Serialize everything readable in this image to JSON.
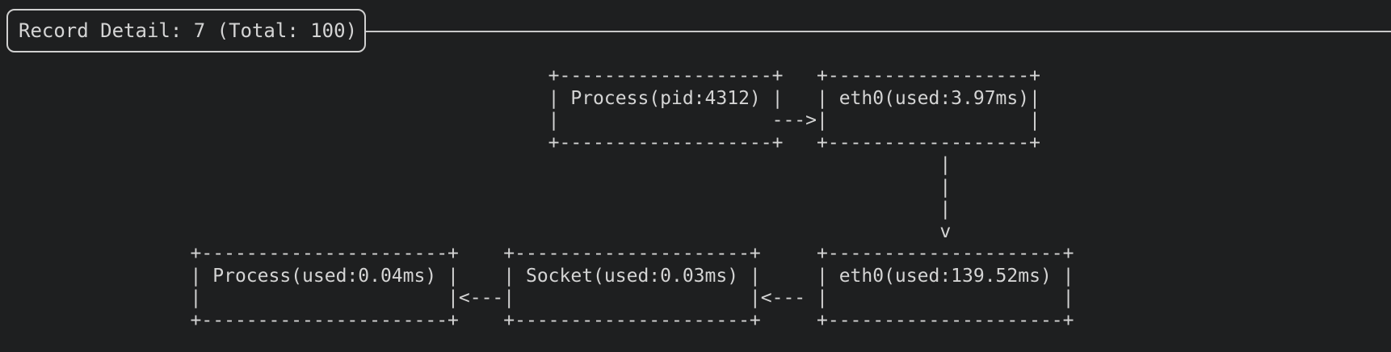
{
  "header": {
    "title": "Record Detail: 7 (Total: 100)",
    "record_index": "7",
    "record_total": "100"
  },
  "diagram": {
    "nodes": [
      {
        "label": "Process(pid:4312)"
      },
      {
        "label": "eth0(used:3.97ms)"
      },
      {
        "label": "eth0(used:139.52ms)"
      },
      {
        "label": "Socket(used:0.03ms)"
      },
      {
        "label": "Process(used:0.04ms)"
      }
    ],
    "edges": [
      {
        "from": "Process(pid:4312)",
        "to": "eth0(used:3.97ms)",
        "arrow": "--->"
      },
      {
        "from": "eth0(used:3.97ms)",
        "to": "eth0(used:139.52ms)",
        "arrow": "v"
      },
      {
        "from": "eth0(used:139.52ms)",
        "to": "Socket(used:0.03ms)",
        "arrow": "<---"
      },
      {
        "from": "Socket(used:0.03ms)",
        "to": "Process(used:0.04ms)",
        "arrow": "<---"
      }
    ],
    "lines": [
      "                                                +-------------------+   +------------------+",
      "                                                | Process(pid:4312) |   | eth0(used:3.97ms)|",
      "                                                |                   --->|                  |",
      "                                                +-------------------+   +------------------+",
      "                                                                                   |",
      "                                                                                   |",
      "                                                                                   |",
      "                                                                                   v",
      "                +----------------------+    +---------------------+     +---------------------+",
      "                | Process(used:0.04ms) |    | Socket(used:0.03ms) |     | eth0(used:139.52ms) |",
      "                |                      |<---|                     |<--- |                     |",
      "                +----------------------+    +---------------------+     +---------------------+"
    ]
  },
  "colors": {
    "background": "#1e1f20",
    "foreground": "#d4d4d4",
    "border": "#d0d0d0",
    "rule": "#c8c8c8"
  }
}
